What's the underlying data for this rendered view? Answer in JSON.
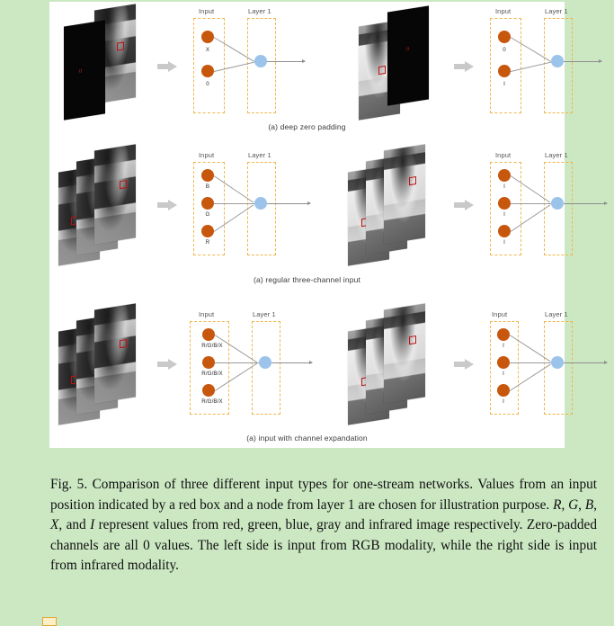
{
  "page": {
    "background_color": "#cce8c3",
    "panel_background": "#ffffff"
  },
  "colors": {
    "input_node": "#c8570e",
    "layer_node": "#9cc3ea",
    "dashed_box": "#f0b64a",
    "edge": "#9b9b9b",
    "arrow": "#c9c9c9",
    "red_marker": "#c4201c",
    "zero_plane": "#060606"
  },
  "figure": {
    "rows": [
      {
        "id": "deep-zero-padding",
        "caption": "(a) deep zero padding",
        "left": {
          "modality": "RGB",
          "column_titles": {
            "input": "Input",
            "layer": "Layer 1"
          },
          "input_labels": [
            "X",
            "0"
          ],
          "planes": [
            "zero-padding-plane",
            "gray-image-plane"
          ],
          "marker_text": "0"
        },
        "right": {
          "modality": "infrared",
          "column_titles": {
            "input": "Input",
            "layer": "Layer 1"
          },
          "input_labels": [
            "0",
            "I"
          ],
          "planes": [
            "infrared-image-plane",
            "zero-padding-plane"
          ],
          "marker_text": "0"
        }
      },
      {
        "id": "regular-three-channel-input",
        "caption": "(a) regular three-channel input",
        "left": {
          "modality": "RGB",
          "column_titles": {
            "input": "Input",
            "layer": "Layer 1"
          },
          "input_labels": [
            "B",
            "G",
            "R"
          ],
          "planes": [
            "gray-image-plane",
            "gray-image-plane",
            "gray-image-plane"
          ]
        },
        "right": {
          "modality": "infrared",
          "column_titles": {
            "input": "Input",
            "layer": "Layer 1"
          },
          "input_labels": [
            "I",
            "I",
            "I"
          ],
          "planes": [
            "infrared-image-plane",
            "infrared-image-plane",
            "infrared-image-plane"
          ]
        }
      },
      {
        "id": "input-with-channel-expandation",
        "caption": "(a) input with channel expandation",
        "left": {
          "modality": "RGB",
          "column_titles": {
            "input": "Input",
            "layer": "Layer 1"
          },
          "input_labels": [
            "R/G/B/X",
            "R/G/B/X",
            "R/G/B/X"
          ],
          "planes": [
            "gray-image-plane",
            "gray-image-plane",
            "gray-image-plane"
          ]
        },
        "right": {
          "modality": "infrared",
          "column_titles": {
            "input": "Input",
            "layer": "Layer 1"
          },
          "input_labels": [
            "I",
            "I",
            "I"
          ],
          "planes": [
            "infrared-image-plane",
            "infrared-image-plane",
            "infrared-image-plane"
          ]
        }
      }
    ]
  },
  "caption": {
    "figure_label": "Fig. 5.",
    "text_part_1": "  Comparison of three different input types for one-stream networks. Values from an input position indicated by a red box and a node from layer 1 are chosen for illustration purpose. ",
    "var_r": "R",
    "sep_1": ", ",
    "var_g": "G",
    "sep_2": ", ",
    "var_b": "B",
    "sep_3": ", ",
    "var_x": "X",
    "sep_4": ", and ",
    "var_i": "I",
    "text_part_2": " represent values from red, green, blue, gray and infrared image respectively. Zero-padded channels are all 0 values. The left side is input from RGB modality, while the right side is input from infrared modality."
  }
}
